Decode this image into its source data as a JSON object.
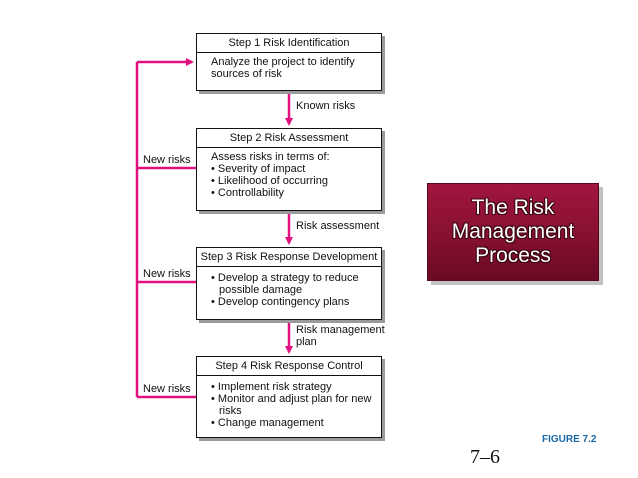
{
  "colors": {
    "accent": "#e0107f",
    "title_bg": "#8b1232",
    "figure_label": "#1a6aa8"
  },
  "steps": [
    {
      "title": "Step 1 Risk Identification",
      "body": "Analyze the project to identify sources of risk",
      "bullets": []
    },
    {
      "title": "Step 2 Risk Assessment",
      "body": "Assess risks in terms of:",
      "bullets": [
        "Severity of impact",
        "Likelihood of occurring",
        "Controllability"
      ]
    },
    {
      "title": "Step 3 Risk Response Development",
      "body": "",
      "bullets": [
        "Develop a strategy to reduce possible damage",
        "Develop contingency plans"
      ]
    },
    {
      "title": "Step 4 Risk Response Control",
      "body": "",
      "bullets": [
        "Implement risk strategy",
        "Monitor and adjust plan for new risks",
        "Change management"
      ]
    }
  ],
  "flows": [
    "Known risks",
    "Risk assessment",
    "Risk management plan"
  ],
  "feedback": [
    "New risks",
    "New risks",
    "New risks"
  ],
  "title": "The Risk\nManagement\nProcess",
  "figure_label": "FIGURE 7.2",
  "page_number": "7–6"
}
